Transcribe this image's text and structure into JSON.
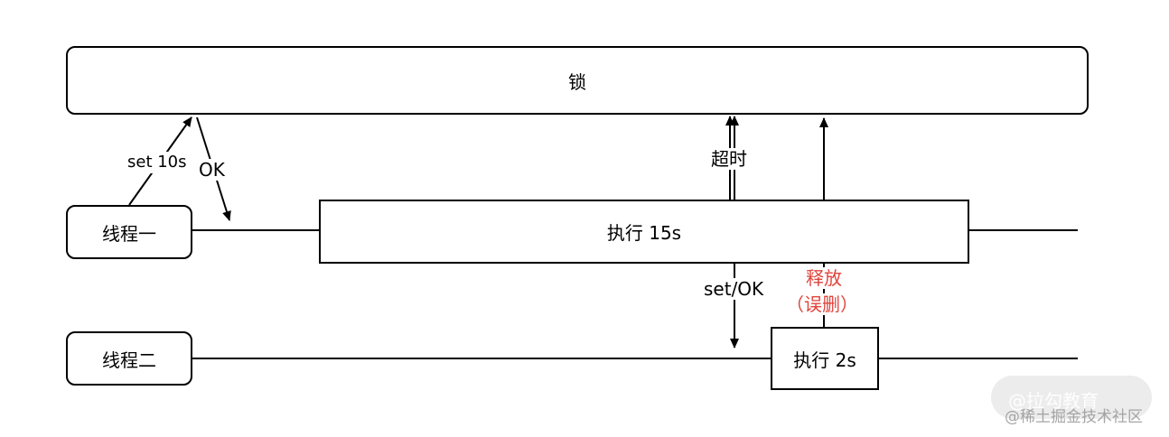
{
  "lock": {
    "label": "锁"
  },
  "thread1": {
    "label": "线程一",
    "exec_label": "执行 15s"
  },
  "thread2": {
    "label": "线程二",
    "exec_label": "执行 2s"
  },
  "annotations": {
    "set_10s": "set 10s",
    "ok": "OK",
    "timeout": "超时",
    "set_ok": "set/OK",
    "release_line1": "释放",
    "release_line2": "（误删）"
  },
  "watermark": {
    "line1": "@拉勾教育",
    "line2": "@稀土掘金技术社区"
  },
  "colors": {
    "release": "#e0443c",
    "stroke": "#000000"
  }
}
